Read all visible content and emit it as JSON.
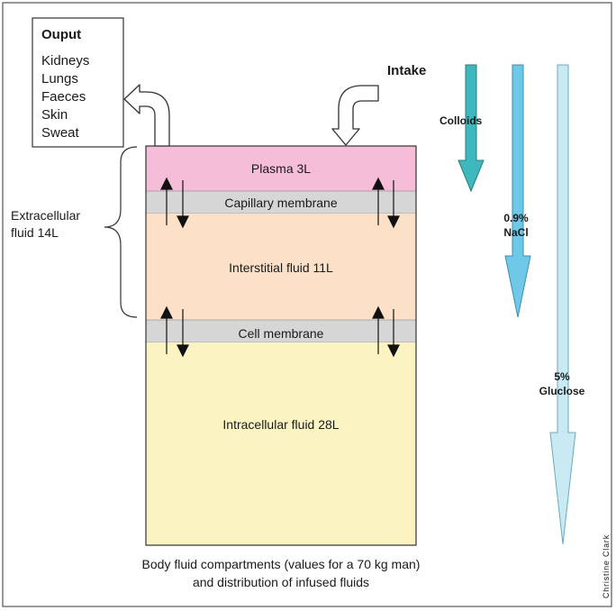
{
  "output_box": {
    "title": "Ouput",
    "items": [
      "Kidneys",
      "Lungs",
      "Faeces",
      "Skin",
      "Sweat"
    ]
  },
  "intake_label": "Intake",
  "compartments": {
    "plasma": "Plasma 3L",
    "capillary_membrane": "Capillary membrane",
    "interstitial": "Interstitial fluid 11L",
    "cell_membrane": "Cell membrane",
    "intracellular": "Intracellular fluid 28L"
  },
  "extracellular_label": [
    "Extracellular",
    "fluid 14L"
  ],
  "infused_fluids": [
    {
      "label": [
        "Colloids"
      ],
      "color": "#3fb8bd"
    },
    {
      "label": [
        "0.9%",
        "NaCl"
      ],
      "color": "#6fc8e8"
    },
    {
      "label": [
        "5%",
        "Gluclose"
      ],
      "color": "#c9e9f3"
    }
  ],
  "caption": [
    "Body fluid compartments (values for a 70  kg man)",
    "and distribution of infused fluids"
  ],
  "credit": "Christine Clark",
  "colors": {
    "plasma": "#f6bdd9",
    "membrane": "#d6d6d6",
    "interstitial": "#fde0c8",
    "intracellular": "#fbf4c2"
  }
}
